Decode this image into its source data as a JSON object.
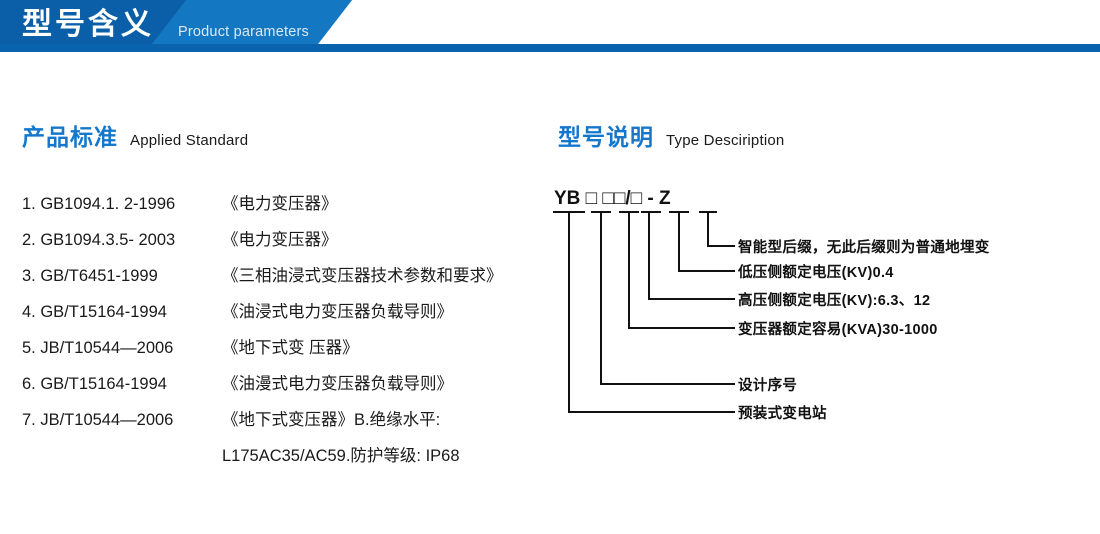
{
  "banner": {
    "title_cn": "型号含义",
    "title_en": "Product parameters",
    "color_dark": "#0a5fa8",
    "color_mid": "#1477c2",
    "color_bar": "#0a63ad"
  },
  "sections": {
    "standard": {
      "cn": "产品标准",
      "en": "Applied Standard"
    },
    "type": {
      "cn": "型号说明",
      "en": "Type Desciription"
    }
  },
  "standards": {
    "items": [
      {
        "code": "1. GB1094.1. 2-1996",
        "name": "《电力变压器》"
      },
      {
        "code": "2. GB1094.3.5- 2003",
        "name": "《电力变压器》"
      },
      {
        "code": "3. GB/T6451-1999",
        "name": "《三相油浸式变压器技术参数和要求》"
      },
      {
        "code": "4. GB/T15164-1994",
        "name": "《油浸式电力变压器负载导则》"
      },
      {
        "code": "5. JB/T10544—2006",
        "name": "《地下式变 压器》"
      },
      {
        "code": "6. GB/T15164-1994",
        "name": "《油漫式电力变压器负载导则》"
      },
      {
        "code": "7. JB/T10544—2006",
        "name": "《地下式变压器》B.绝缘水平:"
      }
    ],
    "continuation": "L175AC35/AC59.防护等级: IP68"
  },
  "type_diagram": {
    "code_string": "YB □  □□/□ - Z",
    "code_tokens": [
      "YB",
      "□",
      "□",
      "□",
      "/",
      "□",
      "-",
      "Z"
    ],
    "labels": [
      {
        "id": "intelligent-suffix",
        "text": "智能型后缀，无此后缀则为普通地埋变"
      },
      {
        "id": "lv-rated-voltage",
        "text": "低压侧额定电压(KV)0.4"
      },
      {
        "id": "hv-rated-voltage",
        "text": "高压侧额定电压(KV):6.3、12"
      },
      {
        "id": "rated-capacity",
        "text": "变压器额定容易(KVA)30-1000"
      },
      {
        "id": "design-serial",
        "text": "设计序号"
      },
      {
        "id": "prefab-substation",
        "text": "预装式变电站"
      }
    ],
    "line_color": "#111111"
  }
}
